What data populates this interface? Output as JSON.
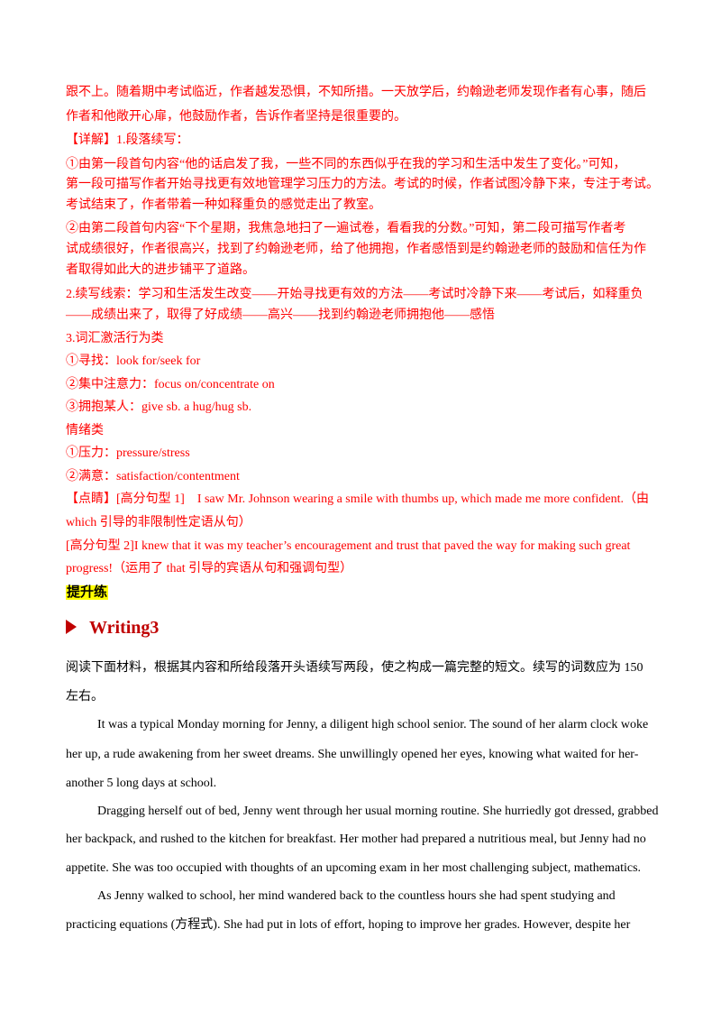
{
  "analysis": {
    "lines": [
      "跟不上。随着期中考试临近，作者越发恐惧，不知所措。一天放学后，约翰逊老师发现作者有心事，随后",
      "作者和他敞开心扉，他鼓励作者，告诉作者坚持是很重要的。",
      "【详解】1.段落续写：",
      "①由第一段首句内容“他的话启发了我，一些不同的东西似乎在我的学习和生活中发生了变化。”可知，",
      "第一段可描写作者开始寻找更有效地管理学习压力的方法。考试的时候，作者试图冷静下来，专注于考试。",
      "考试结束了，作者带着一种如释重负的感觉走出了教室。",
      "②由第二段首句内容“下个星期，我焦急地扫了一遍试卷，看看我的分数。”可知，第二段可描写作者考",
      "试成绩很好，作者很高兴，找到了约翰逊老师，给了他拥抱，作者感悟到是约翰逊老师的鼓励和信任为作",
      "者取得如此大的进步铺平了道路。",
      "2.续写线索：学习和生活发生改变——开始寻找更有效的方法——考试时冷静下来——考试后，如释重负",
      "——成绩出来了，取得了好成绩——高兴——找到约翰逊老师拥抱他——感悟",
      "3.词汇激活行为类",
      "①寻找：look for/seek for",
      "②集中注意力：focus on/concentrate on",
      "③拥抱某人：give sb. a hug/hug sb.",
      "情绪类",
      "①压力：pressure/stress",
      "②满意：satisfaction/contentment",
      "【点睛】[高分句型 1]　I saw Mr. Johnson wearing a smile with thumbs up, which made me more confident.（由",
      "which 引导的非限制性定语从句）",
      "[高分句型 2]I knew that it was my teacher’s encouragement and trust that paved the way for making such great",
      "progress!（运用了 that 引导的宾语从句和强调句型）"
    ]
  },
  "section_label": "提升练",
  "writing": {
    "title": "Writing3",
    "instruction_line1": "阅读下面材料，根据其内容和所给段落开头语续写两段，使之构成一篇完整的短文。续写的词数应为 150",
    "instruction_line2": "左右。",
    "paragraph_lines": [
      "It was a typical Monday morning for Jenny, a diligent high school senior. The sound of her alarm clock woke",
      "her up, a rude awakening from her sweet dreams. She unwillingly opened her eyes, knowing what waited for her-",
      "another 5 long days at school.",
      "Dragging herself out of bed, Jenny went through her usual morning routine. She hurriedly got dressed, grabbed",
      "her backpack, and rushed to the kitchen for breakfast. Her mother had prepared a nutritious meal, but Jenny had no",
      "appetite. She was too occupied with thoughts of an upcoming exam in her most challenging subject, mathematics.",
      "As Jenny walked to school, her mind wandered back to the countless hours she had spent studying and",
      "practicing equations (方程式). She had put in lots of effort, hoping to improve her grades. However, despite her"
    ]
  },
  "colors": {
    "analysis_text": "#ff0000",
    "heading": "#c00000",
    "highlight": "#ffff00"
  },
  "icons": {
    "heading_marker": "arrow-right-icon"
  }
}
